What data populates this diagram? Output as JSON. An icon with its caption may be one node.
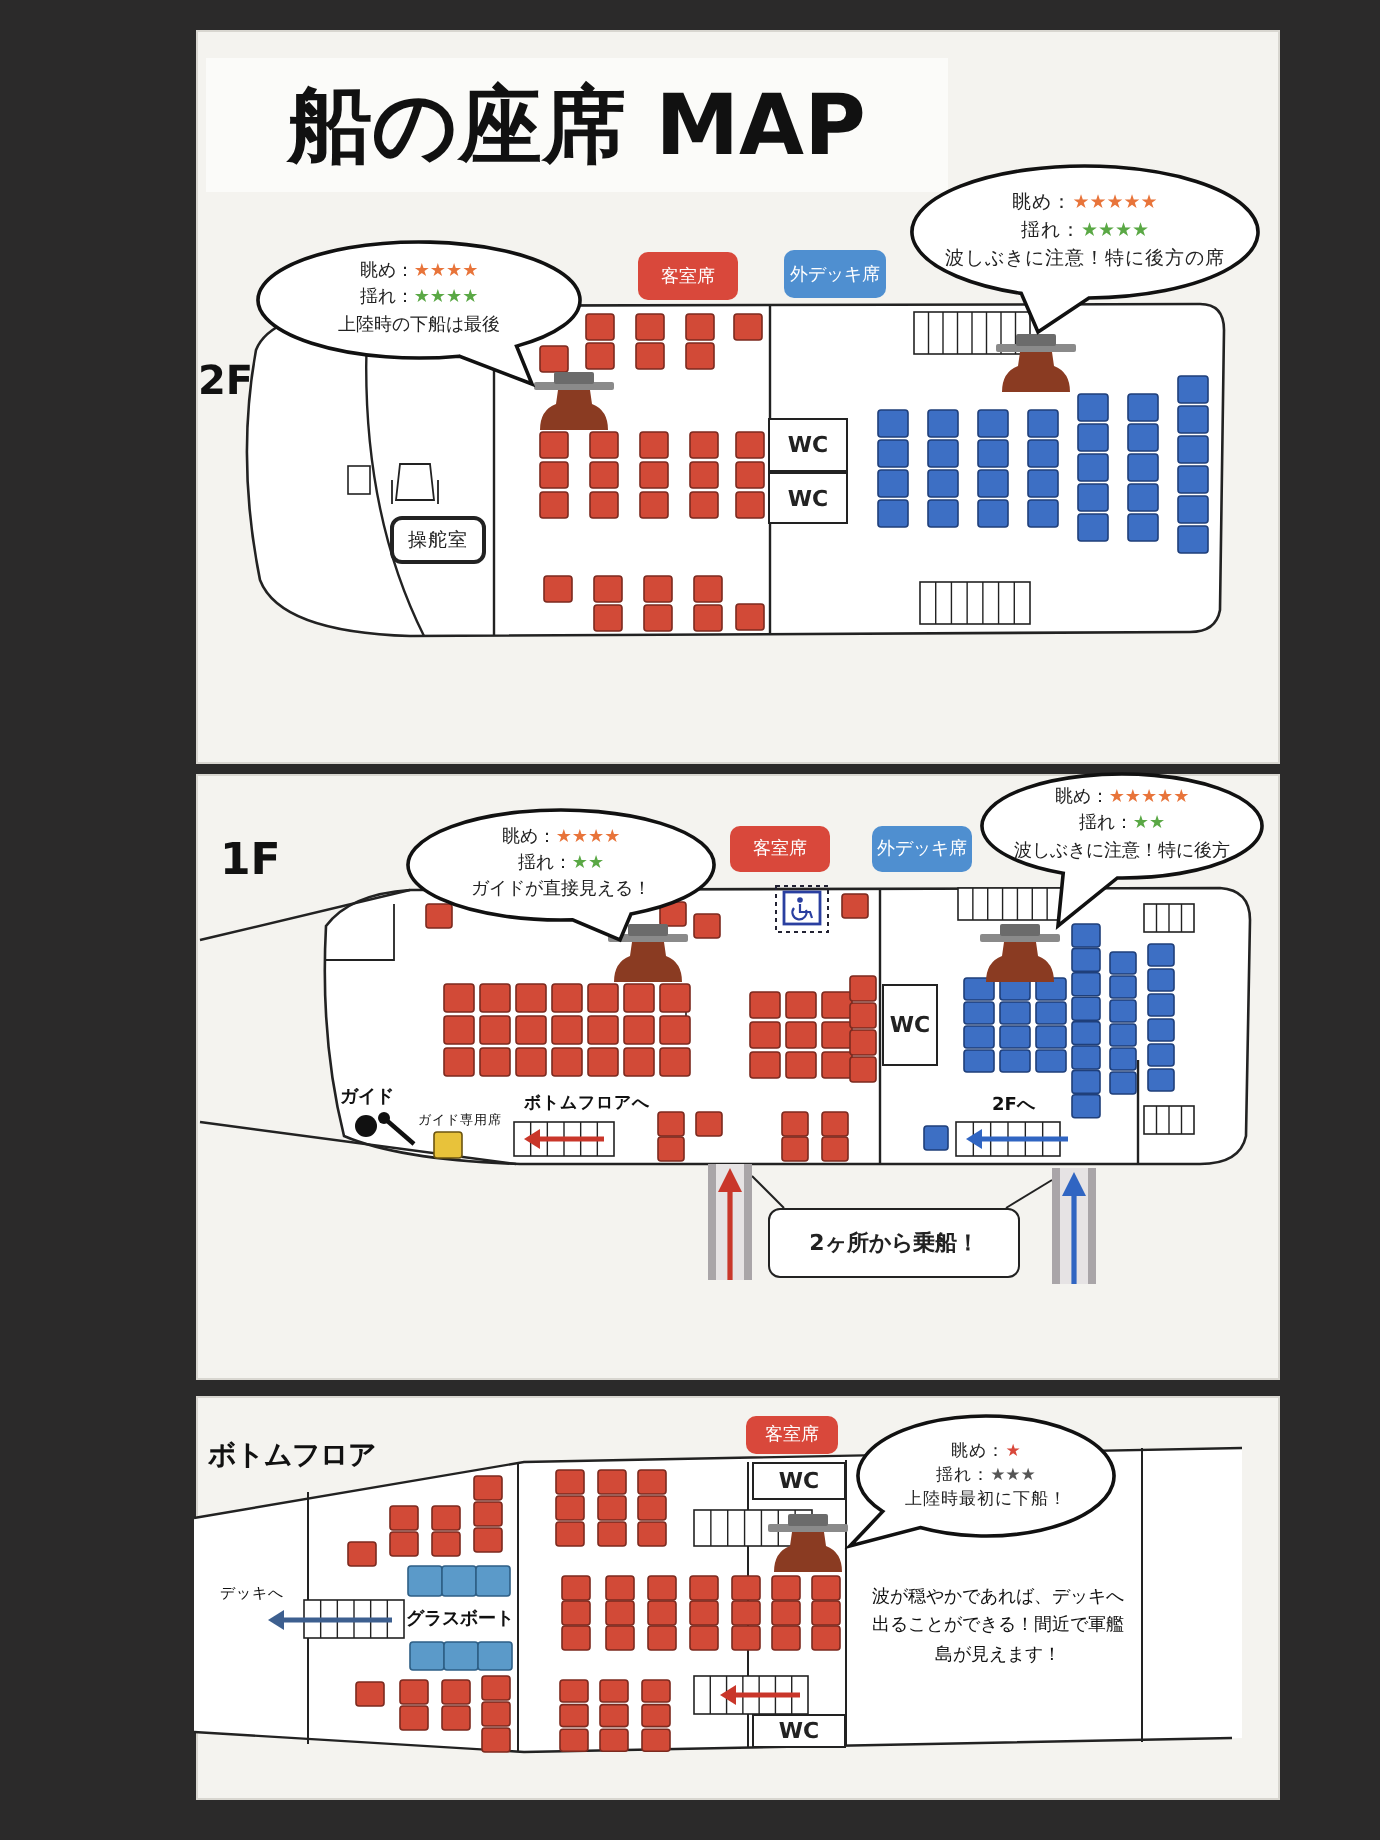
{
  "diagram": {
    "title": "船の座席 MAP",
    "nodes": [
      {
        "text": [
          "眺め：★★★★",
          "揺れ：★★★★",
          "上陸時の下船は最後"
        ]
      },
      {
        "text": [
          "眺め：★★★★★",
          "揺れ：★★★★",
          "波しぶきに注意！特に後方の席"
        ]
      },
      {
        "text": [
          "WC"
        ]
      },
      {
        "text": [
          "WC"
        ]
      },
      {
        "text": [
          "操舵室"
        ]
      },
      {
        "text": [
          "眺め：★★★★",
          "揺れ：★★",
          "ガイドが直接見える！"
        ]
      },
      {
        "text": [
          "眺め：★★★★★",
          "揺れ：★★",
          "波しぶきに注意！特に後方"
        ]
      },
      {
        "text": [
          "WC"
        ]
      },
      {
        "text": [],
        "shape": "bar"
      },
      {
        "text": [],
        "shape": "bar"
      },
      {
        "text": [
          "2ヶ所から乗船！"
        ]
      },
      {
        "text": [
          "眺め：★",
          "揺れ：★★★",
          "上陸時最初に下船！"
        ]
      },
      {
        "text": [
          "WC"
        ]
      },
      {
        "text": [
          "WC"
        ]
      }
    ],
    "edges": [
      {
        "from": 10,
        "to": 8,
        "arrow": "none"
      },
      {
        "from": 10,
        "to": 9,
        "arrow": "none"
      }
    ],
    "labels": [
      "2F",
      "1F",
      "ガイド",
      "ガイド専用席",
      "ボトムフロアへ",
      "2Fへ",
      "ボトムフロア",
      "デッキへ",
      "グラスボート",
      "波が穏やかであれば、デッキへ出ることができる！間近で軍艦島が見えます！"
    ],
    "legend": [
      {
        "text": "客室席",
        "color": "#d9483b"
      },
      {
        "text": "外デッキ席",
        "color": "#4f8fd0"
      },
      {
        "text": "客室席",
        "color": "#d9483b"
      },
      {
        "text": "外デッキ席",
        "color": "#4f8fd0"
      },
      {
        "text": "客室席",
        "color": "#d9483b"
      }
    ]
  }
}
